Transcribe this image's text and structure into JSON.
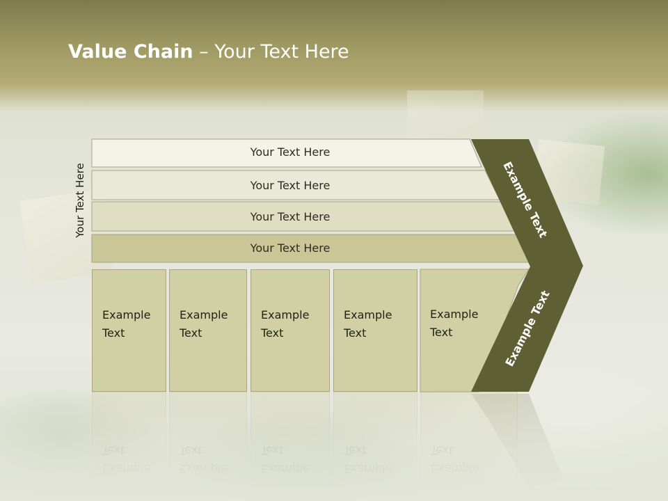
{
  "slide": {
    "title_bold": "Value Chain",
    "title_rest": " – Your Text Here",
    "side_label": "Your Text Here"
  },
  "rows": [
    {
      "label": "Your Text Here",
      "fill": "#f3f3ea"
    },
    {
      "label": "Your Text Here",
      "fill": "#eae8d7"
    },
    {
      "label": "Your Text Here",
      "fill": "#dfddc2"
    },
    {
      "label": "Your Text Here",
      "fill": "#cbc697"
    }
  ],
  "cells": [
    {
      "text": "Example\nText"
    },
    {
      "text": "Example\nText"
    },
    {
      "text": "Example\nText"
    },
    {
      "text": "Example\nText"
    },
    {
      "text": "Example\nText"
    }
  ],
  "chevron": {
    "top_label": "Example Text",
    "bottom_label": "Example Text",
    "color": "#5f5f34"
  },
  "colors": {
    "band": "#9a955f",
    "cell_fill": "#d1cfa4",
    "title_text": "#ffffff"
  }
}
